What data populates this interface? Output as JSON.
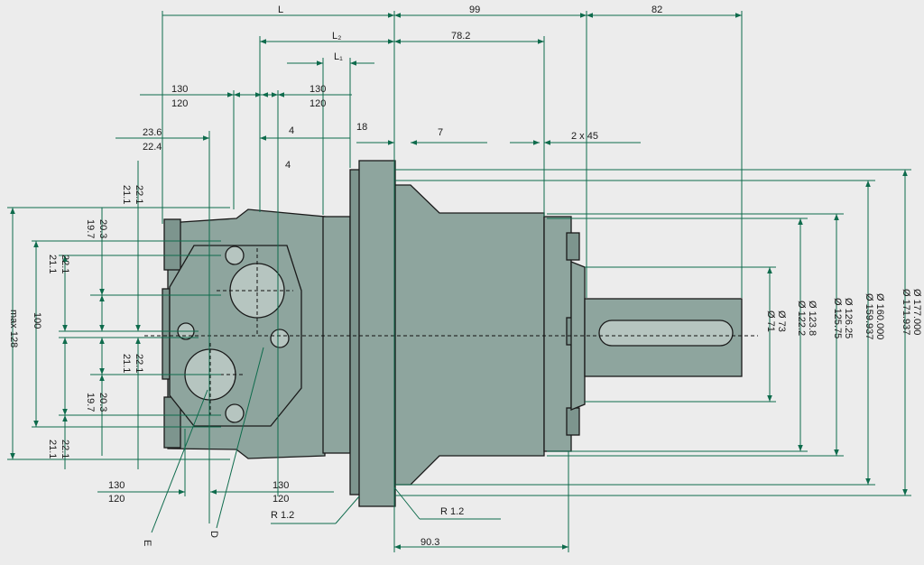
{
  "top_dims": {
    "L": "L",
    "d99": "99",
    "d82": "82",
    "L2": "L₂",
    "d78_2": "78.2",
    "L1": "L₁",
    "d130a": "130",
    "d120a": "120",
    "d130b": "130",
    "d120b": "120",
    "d23_6": "23.6",
    "d22_4": "22.4",
    "d4a": "4",
    "d4b": "4",
    "d18": "18",
    "d7": "7",
    "chamfer": "2 x 45"
  },
  "left_dims": {
    "d22_1_a": "22.1",
    "d21_1_a": "21.1",
    "d20_3_a": "20.3",
    "d19_7_a": "19.7",
    "d22_1_b": "22.1",
    "d21_1_b": "21.1",
    "d100": "100",
    "max128": "max 128",
    "d22_1_c": "22.1",
    "d21_1_c": "21.1",
    "d20_3_b": "20.3",
    "d19_7_b": "19.7",
    "d22_1_d": "22.1",
    "d21_1_d": "21.1"
  },
  "right_dims": {
    "dia71": "Ø 71",
    "dia73": "Ø 73",
    "dia122_2": "Ø 122.2",
    "dia123_8": "Ø 123.8",
    "dia125_75": "Ø 125.75",
    "dia126_25": "Ø 126.25",
    "dia159_937": "Ø 159.937",
    "dia160_000": "Ø 160.000",
    "dia171_937": "Ø 171.937",
    "dia177_000": "Ø 177.000"
  },
  "bottom_dims": {
    "d130c": "130",
    "d120c": "120",
    "d130d": "130",
    "d120d": "120",
    "r12a": "R 1.2",
    "r12b": "R 1.2",
    "d90_3": "90.3",
    "labelE": "E",
    "labelD": "D"
  },
  "colors": {
    "background": "#ececec",
    "dimension_line": "#0e6b4c",
    "body_fill": "#8ea59e"
  }
}
